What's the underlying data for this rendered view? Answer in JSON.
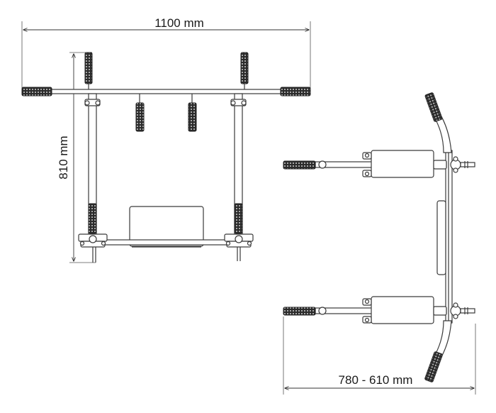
{
  "dimensions": {
    "width_label": "1100 mm",
    "height_label": "810 mm",
    "depth_label": "780 - 610 mm"
  },
  "colors": {
    "stroke": "#3a3a3a",
    "grip_fill": "#2b2b2b",
    "background": "#ffffff"
  }
}
